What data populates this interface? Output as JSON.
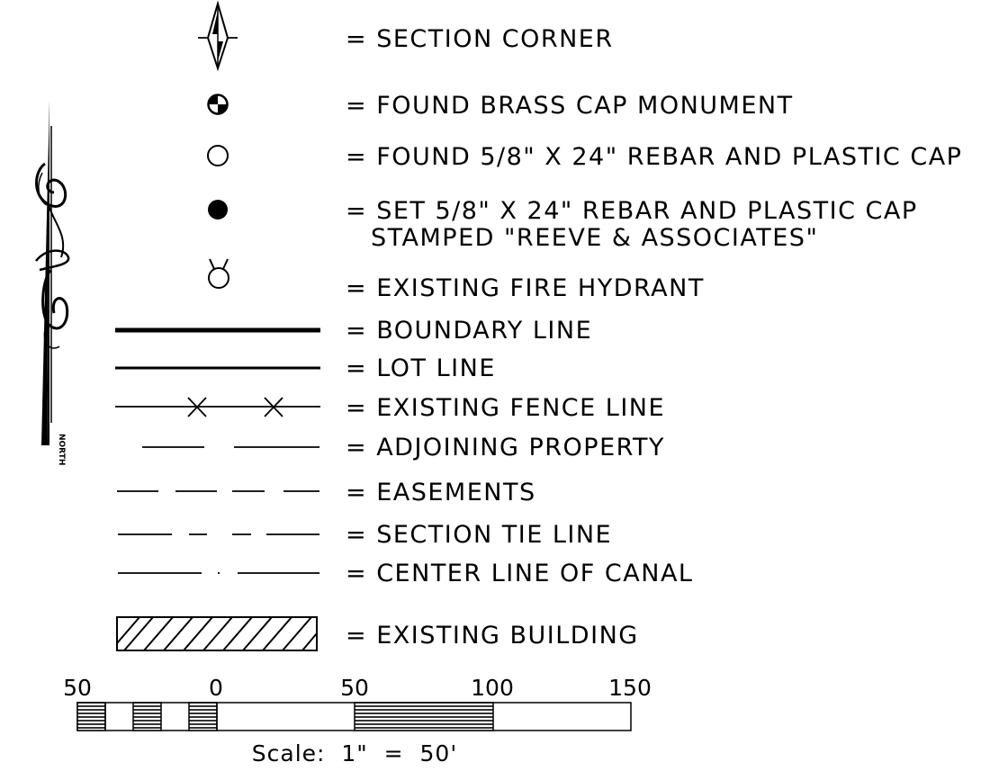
{
  "legend": {
    "items": [
      {
        "id": "section-corner",
        "symbol": "section-corner-icon",
        "text": "= SECTION CORNER"
      },
      {
        "id": "brass-cap",
        "symbol": "brass-cap-monument-icon",
        "text": "= FOUND BRASS CAP MONUMENT"
      },
      {
        "id": "found-rebar",
        "symbol": "open-circle-icon",
        "text": "= FOUND 5/8\" X 24\" REBAR AND PLASTIC CAP"
      },
      {
        "id": "set-rebar",
        "symbol": "filled-circle-icon",
        "text": "= SET 5/8\" X 24\" REBAR AND PLASTIC CAP",
        "text2": "STAMPED \"REEVE & ASSOCIATES\""
      },
      {
        "id": "fire-hydrant",
        "symbol": "fire-hydrant-icon",
        "text": "= EXISTING FIRE HYDRANT"
      },
      {
        "id": "boundary-line",
        "symbol": "heavy-line",
        "text": "= BOUNDARY LINE"
      },
      {
        "id": "lot-line",
        "symbol": "medium-line",
        "text": "= LOT LINE"
      },
      {
        "id": "fence-line",
        "symbol": "fence-line",
        "text": "= EXISTING FENCE LINE"
      },
      {
        "id": "adjoining-property",
        "symbol": "broken-line",
        "text": "= ADJOINING PROPERTY"
      },
      {
        "id": "easements",
        "symbol": "dashed-line",
        "text": "= EASEMENTS"
      },
      {
        "id": "section-tie-line",
        "symbol": "dash-dash-line",
        "text": "= SECTION TIE LINE"
      },
      {
        "id": "center-line-canal",
        "symbol": "dash-dot-line",
        "text": "= CENTER LINE OF CANAL"
      },
      {
        "id": "existing-building",
        "symbol": "hatched-rectangle",
        "text": "= EXISTING BUILDING"
      }
    ]
  },
  "scale_bar": {
    "ticks": [
      "50",
      "0",
      "50",
      "100",
      "150"
    ],
    "caption": "Scale:  1\"  =  50'"
  },
  "north_arrow": {
    "label": "NORTH",
    "icon": "north-arrow-icon"
  }
}
